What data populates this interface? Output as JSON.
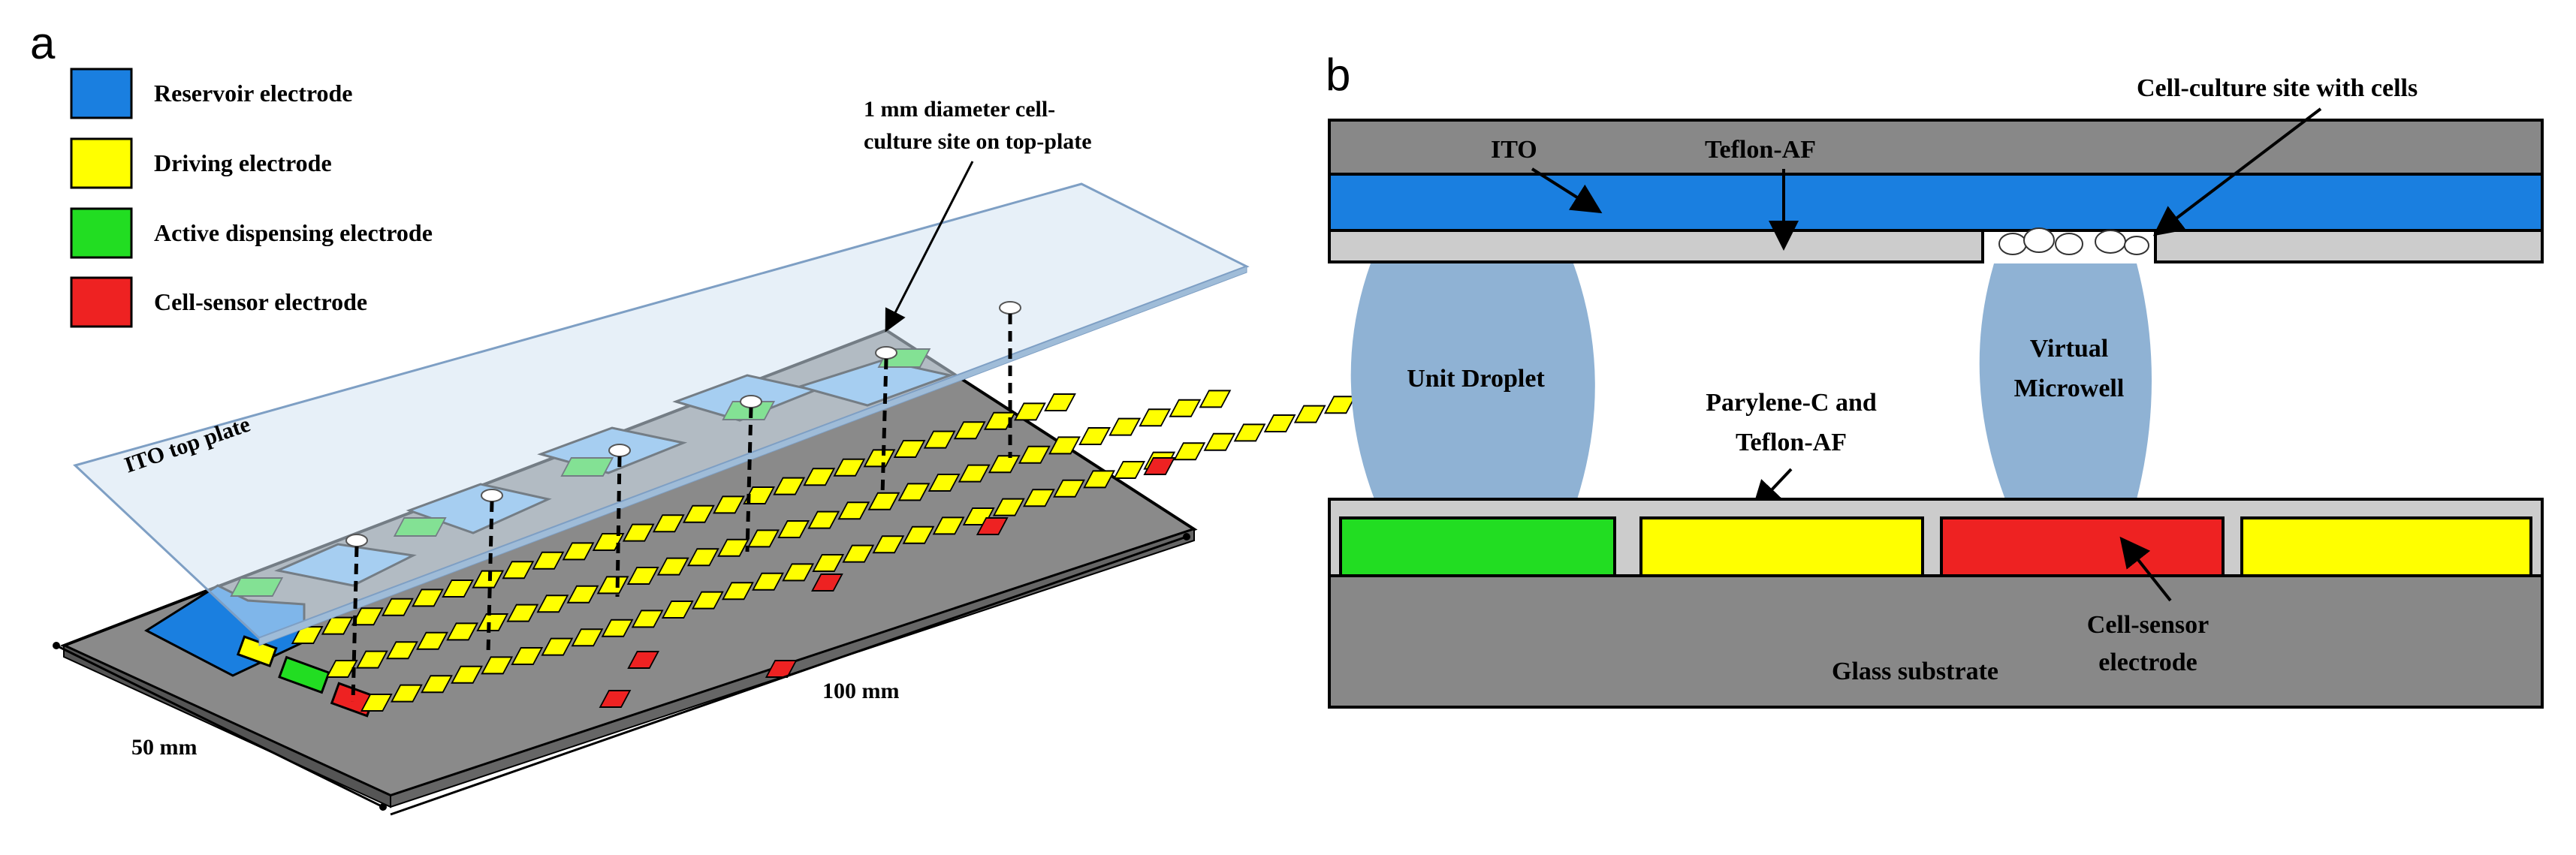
{
  "panel_a": {
    "label": "a",
    "legend": [
      {
        "label": "Reservoir electrode",
        "color": "#1a7fe0"
      },
      {
        "label": "Driving electrode",
        "color": "#ffff00"
      },
      {
        "label": "Active dispensing electrode",
        "color": "#22dd22"
      },
      {
        "label": "Cell-sensor electrode",
        "color": "#ee2222"
      }
    ],
    "callout_line1": "1 mm diameter cell-",
    "callout_line2": "culture site on top-plate",
    "top_plate_label": "ITO top plate",
    "dim_width": "50 mm",
    "dim_length": "100 mm"
  },
  "panel_b": {
    "label": "b",
    "ito_label": "ITO",
    "teflon_label": "Teflon-AF",
    "cell_site_label": "Cell-culture site with cells",
    "droplet_label": "Unit Droplet",
    "microwell_line1": "Virtual",
    "microwell_line2": "Microwell",
    "parylene_line1": "Parylene-C and",
    "parylene_line2": "Teflon-AF",
    "sensor_line1": "Cell-sensor",
    "sensor_line2": "electrode",
    "glass_label": "Glass substrate"
  },
  "colors": {
    "reservoir": "#1a7fe0",
    "driving": "#ffff00",
    "dispensing": "#22dd22",
    "sensor": "#ee2222",
    "substrate": "#888888",
    "droplet": "#8fb2d4",
    "coating": "#cccccc"
  }
}
